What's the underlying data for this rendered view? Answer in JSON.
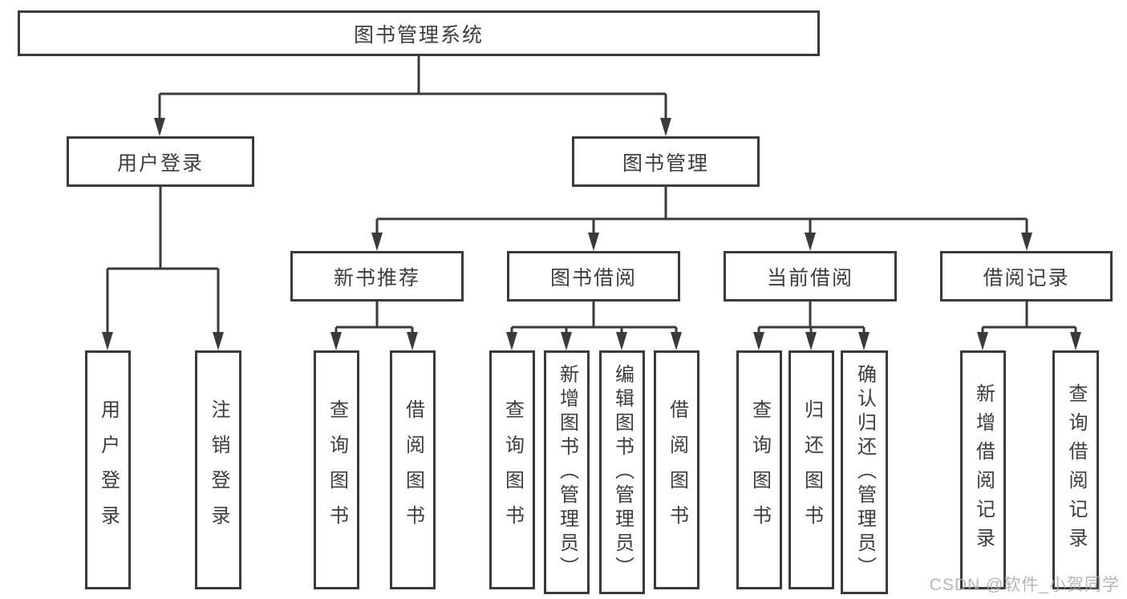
{
  "tree": {
    "root": {
      "label": "图书管理系统"
    },
    "level2": [
      {
        "label": "用户登录"
      },
      {
        "label": "图书管理"
      }
    ],
    "level3": [
      {
        "label": "新书推荐"
      },
      {
        "label": "图书借阅"
      },
      {
        "label": "当前借阅"
      },
      {
        "label": "借阅记录"
      }
    ],
    "leafGroups": [
      {
        "parent": "用户登录",
        "items": [
          "用户登录",
          "注销登录"
        ]
      },
      {
        "parent": "新书推荐",
        "items": [
          "查询图书",
          "借阅图书"
        ]
      },
      {
        "parent": "图书借阅",
        "items": [
          "查询图书",
          "新增图书（管理员）",
          "编辑图书（管理员）",
          "借阅图书"
        ]
      },
      {
        "parent": "当前借阅",
        "items": [
          "查询图书",
          "归还图书",
          "确认归还（管理员）"
        ]
      },
      {
        "parent": "借阅记录",
        "items": [
          "新增借阅记录",
          "查询借阅记录"
        ]
      }
    ]
  },
  "watermark": {
    "text": "CSDN @软件_小贺同学"
  },
  "colors": {
    "line": "#3a3a3a",
    "text": "#3d3d3d",
    "background": "#ffffff",
    "watermark": "#a9a9a9"
  }
}
